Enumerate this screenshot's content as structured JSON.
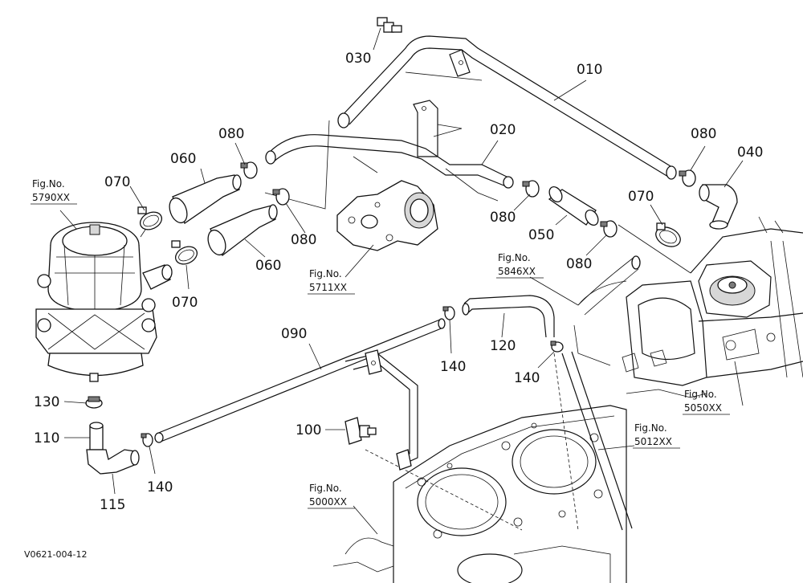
{
  "callouts": {
    "c010": "010",
    "c020": "020",
    "c030": "030",
    "c040": "040",
    "c050": "050",
    "c060a": "060",
    "c060b": "060",
    "c070a": "070",
    "c070b": "070",
    "c070c": "070",
    "c080a": "080",
    "c080b": "080",
    "c080c": "080",
    "c080d": "080",
    "c080e": "080",
    "c090": "090",
    "c100": "100",
    "c110": "110",
    "c115": "115",
    "c120": "120",
    "c130": "130",
    "c140a": "140",
    "c140b": "140",
    "c140c": "140"
  },
  "figrefs": {
    "f5790": {
      "label": "Fig.No.",
      "num": "5790XX"
    },
    "f5711": {
      "label": "Fig.No.",
      "num": "5711XX"
    },
    "f5846": {
      "label": "Fig.No.",
      "num": "5846XX"
    },
    "f5050": {
      "label": "Fig.No.",
      "num": "5050XX"
    },
    "f5012": {
      "label": "Fig.No.",
      "num": "5012XX"
    },
    "f5000": {
      "label": "Fig.No.",
      "num": "5000XX"
    }
  },
  "footer": {
    "code": "V0621-004-12"
  }
}
